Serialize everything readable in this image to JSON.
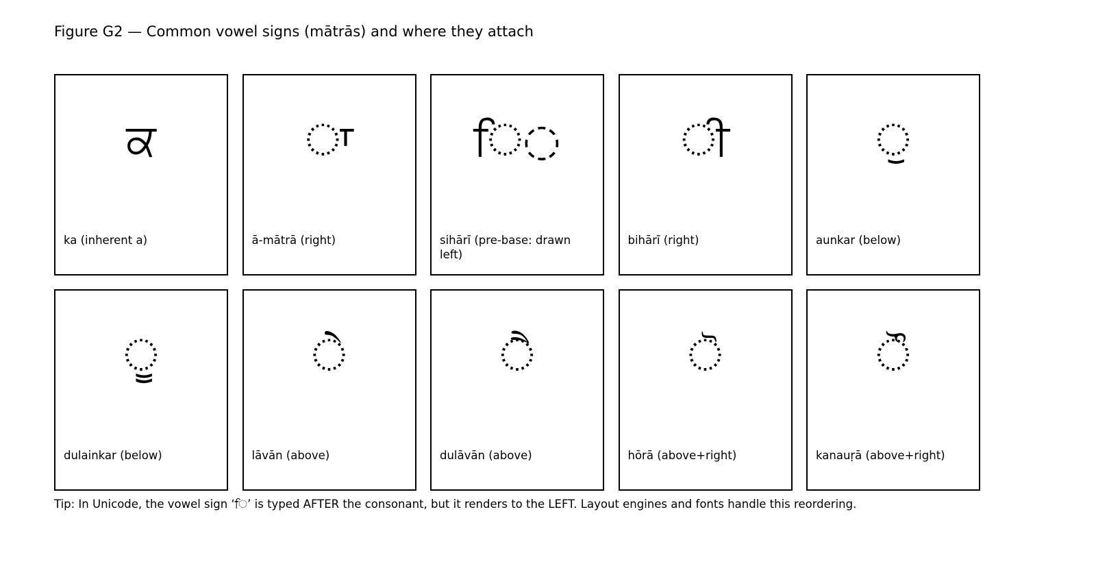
{
  "title": "Figure G2 — Common vowel signs (mātrās) and where they attach",
  "cards": [
    {
      "glyph": "ਕ",
      "label": "ka (inherent a)"
    },
    {
      "glyph": "◌ਾ",
      "label": "ā-mātrā (right)"
    },
    {
      "glyph": "ਿ◌",
      "label": "sihārī (pre-base: drawn left)"
    },
    {
      "glyph": "◌ੀ",
      "label": "bihārī (right)"
    },
    {
      "glyph": "◌ੁ",
      "label": "aunkar (below)"
    },
    {
      "glyph": "◌ੂ",
      "label": "dulainkar (below)"
    },
    {
      "glyph": "◌ੇ",
      "label": "lāvān (above)"
    },
    {
      "glyph": "◌ੈ",
      "label": "dulāvān (above)"
    },
    {
      "glyph": "◌ੋ",
      "label": "hōrā (above+right)"
    },
    {
      "glyph": "◌ੌ",
      "label": "kanauṛā (above+right)"
    }
  ],
  "tip": "Tip: In Unicode, the vowel sign ‘ਿ’ is typed AFTER the consonant, but it renders to the LEFT. Layout engines and fonts handle this reordering."
}
